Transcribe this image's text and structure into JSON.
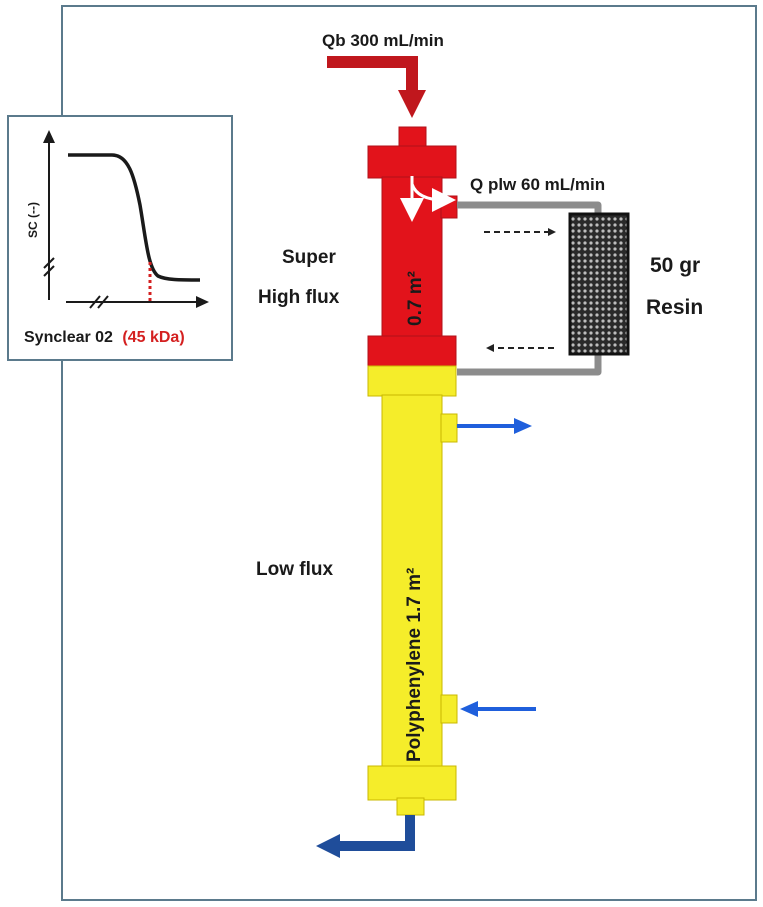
{
  "inflow": {
    "label": "Qb 300 mL/min"
  },
  "plasma_flow": {
    "label": "Q plw 60 mL/min"
  },
  "upper_filter": {
    "label_line1": "Super",
    "label_line2": "High flux",
    "area": "0.7 m²"
  },
  "resin": {
    "line1": "50 gr",
    "line2": "Resin"
  },
  "lower_filter": {
    "label": "Low flux",
    "membrane": "Polyphenylene 1.7 m²"
  },
  "inset_curve": {
    "ylabel": "SC (--)",
    "caption_prefix": "Synclear 02",
    "caption_highlight": "(45 kDa)"
  },
  "colors": {
    "frame": "#5b7a8c",
    "upper_filter": "#e2131b",
    "lower_filter": "#f5ed2a",
    "blood_arrow": "#c0171d",
    "return_arrow": "#1f4d9a",
    "dialysate_arrow": "#1f5fdc",
    "tubing": "#8c8c8c",
    "highlight": "#d42020"
  }
}
